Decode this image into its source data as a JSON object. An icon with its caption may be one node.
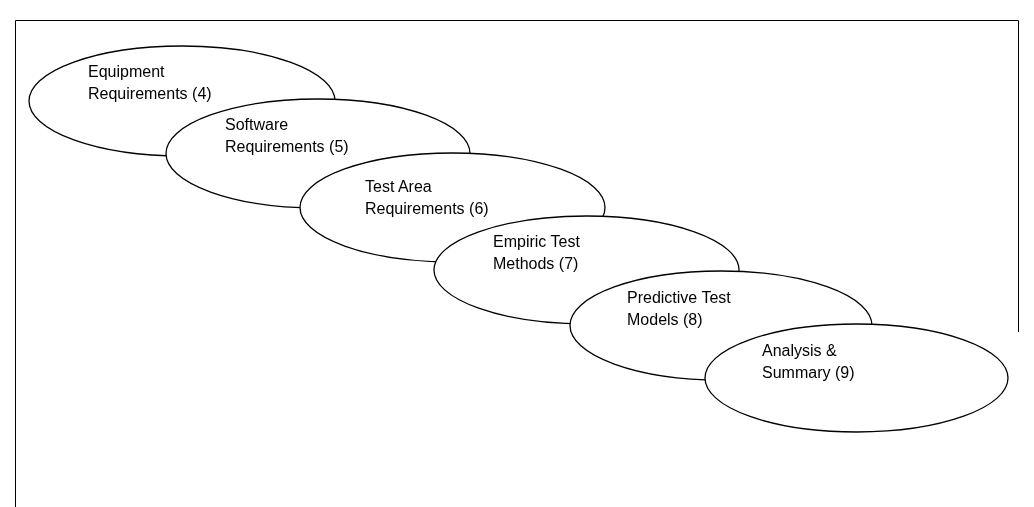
{
  "diagram": {
    "nodes": [
      {
        "text": [
          "Equipment Requirements (4)"
        ]
      },
      {
        "text": [
          "Software Requirements (5)"
        ]
      },
      {
        "text": [
          "Test Area Requirements (6)"
        ]
      },
      {
        "text": [
          "Empiric Test Methods (7)"
        ]
      },
      {
        "text": [
          "Predictive Test Models (8)"
        ]
      },
      {
        "text": [
          "Analysis & Summary (9)"
        ]
      }
    ],
    "edges": []
  }
}
